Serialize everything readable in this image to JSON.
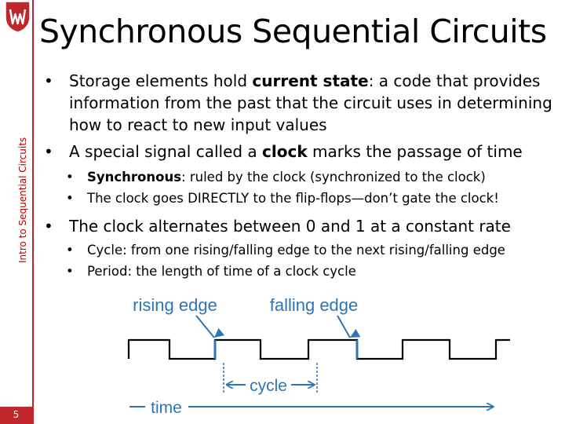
{
  "slide": {
    "title": "Synchronous Sequential Circuits",
    "side_label": "Intro to Sequential Circuits",
    "page_number": "5"
  },
  "bullets": [
    {
      "parts": [
        {
          "text": "Storage elements hold "
        },
        {
          "text": "current state",
          "bold": true
        },
        {
          "text": ": a code that provides information from the past that the circuit uses in determining how to react to new input values"
        }
      ]
    },
    {
      "parts": [
        {
          "text": "A special signal called a "
        },
        {
          "text": "clock",
          "bold": true
        },
        {
          "text": " marks the passage of time"
        }
      ]
    },
    {
      "parts": [
        {
          "text": "The clock alternates between 0 and 1 at a constant rate"
        }
      ]
    }
  ],
  "subbullets": [
    {
      "parts": [
        {
          "text": "Synchronous",
          "bold": true
        },
        {
          "text": ": ruled by the clock (synchronized to the clock)"
        }
      ]
    },
    {
      "parts": [
        {
          "text": "The clock goes DIRECTLY to the flip-flops—don’t gate the clock!"
        }
      ]
    },
    {
      "parts": [
        {
          "text": "Cycle: from one rising/falling edge to the next rising/falling edge"
        }
      ]
    },
    {
      "parts": [
        {
          "text": "Period: the length of time of a clock cycle"
        }
      ]
    }
  ],
  "diagram": {
    "rising_label": "rising edge",
    "falling_label": "falling edge",
    "cycle_label": "cycle",
    "time_label": "time",
    "label_color": "#2e75b6",
    "arrow_color": "#2e75b6"
  },
  "colors": {
    "accent": "#c0272d"
  }
}
